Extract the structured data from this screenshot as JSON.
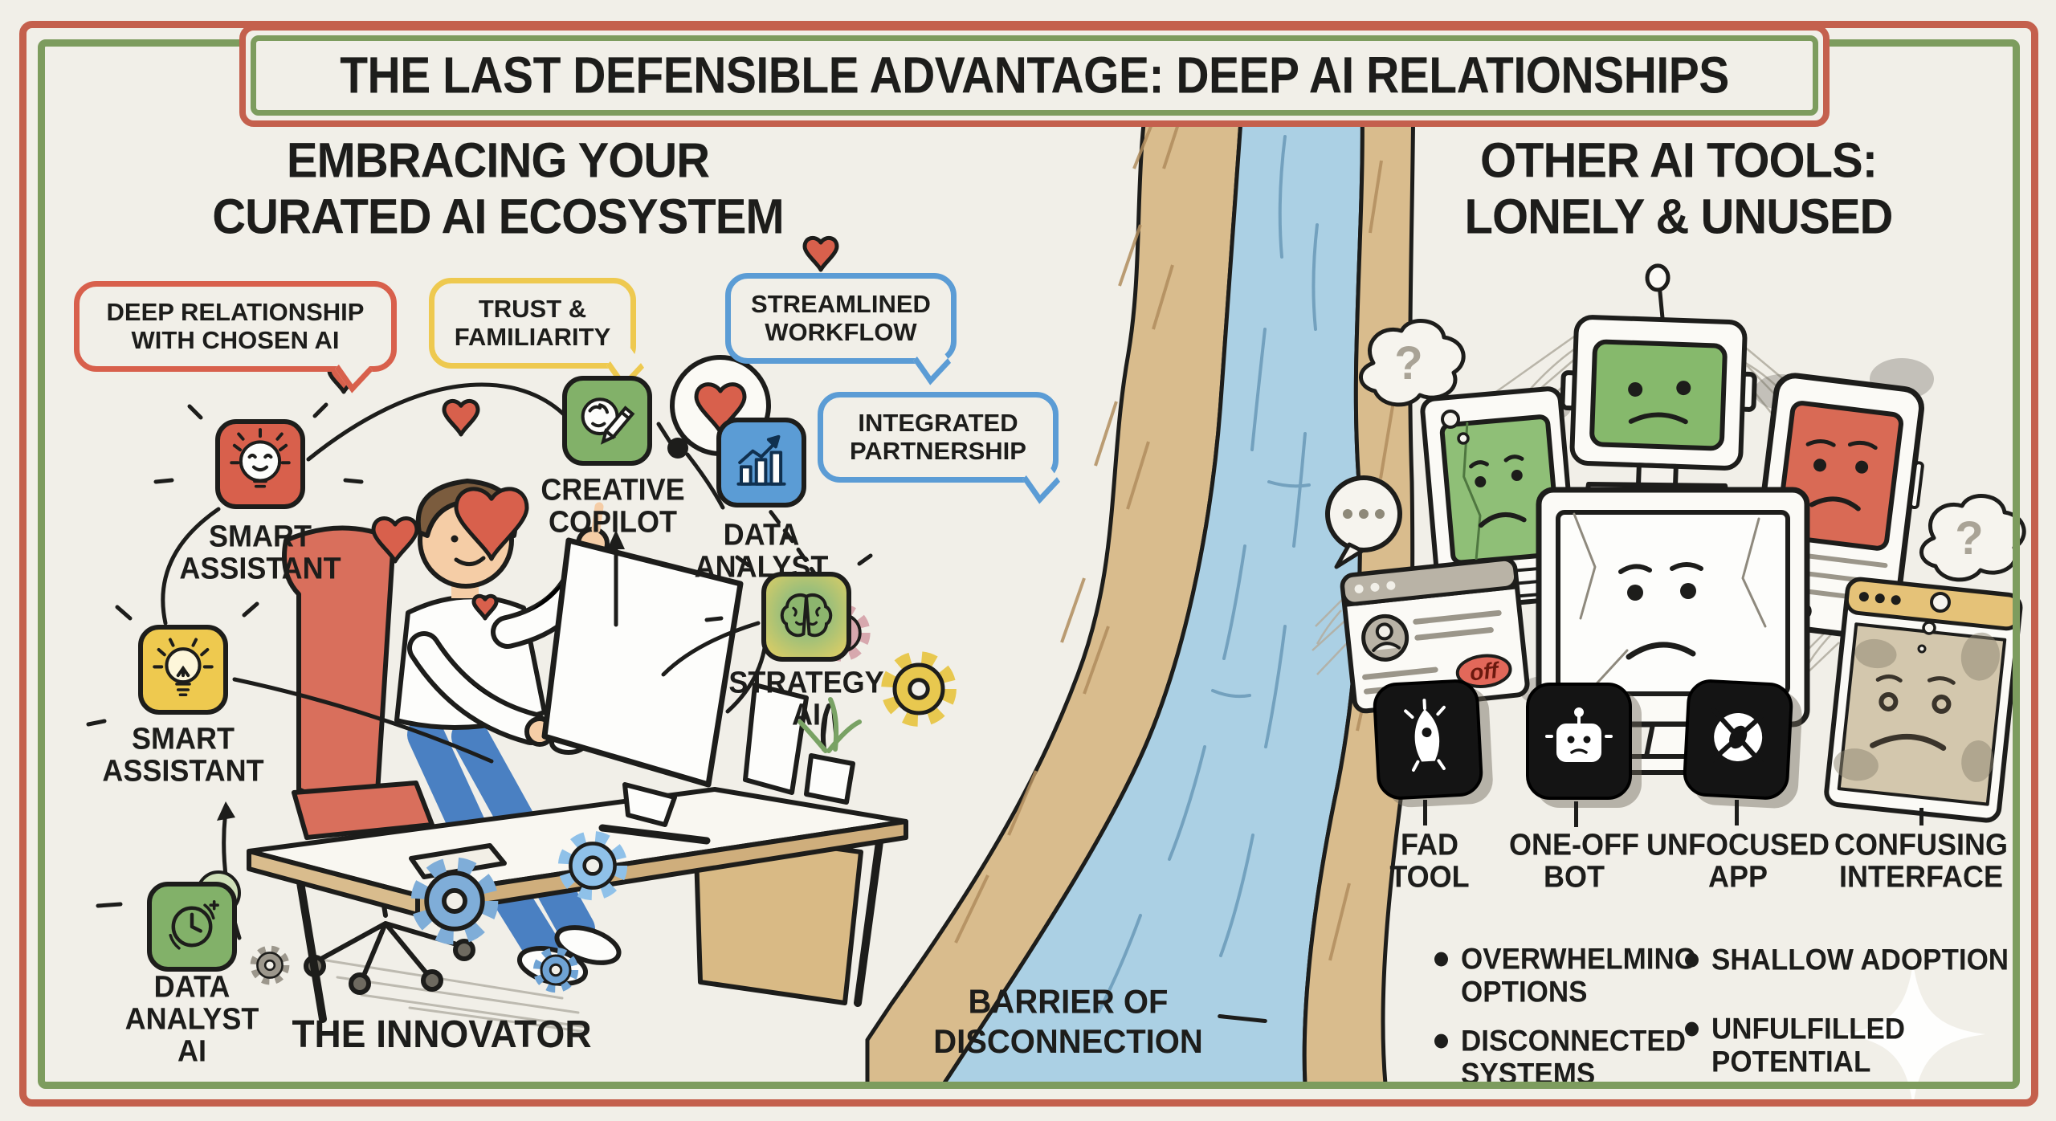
{
  "title": "THE LAST DEFENSIBLE ADVANTAGE: DEEP AI RELATIONSHIPS",
  "left": {
    "heading": "EMBRACING YOUR\nCURATED AI ECOSYSTEM",
    "bubbles": {
      "deep_relationship": "DEEP RELATIONSHIP WITH CHOSEN AI",
      "trust": "TRUST & FAMILIARITY",
      "streamlined": "STREAMLINED WORKFLOW",
      "integrated": "INTEGRATED PARTNERSHIP"
    },
    "tools": {
      "smart_assistant_top": "SMART ASSISTANT",
      "creative_copilot": "CREATIVE COPILOT",
      "data_analyst": "DATA ANALYST",
      "strategy_ai": "STRATEGY AI",
      "smart_assistant_bottom": "SMART ASSISTANT",
      "data_analyst_ai": "DATA ANALYST AI"
    },
    "caption": "THE INNOVATOR"
  },
  "divider": {
    "label": "BARRIER OF\nDISCONNECTION"
  },
  "right": {
    "heading": "OTHER AI TOOLS:\nLONELY & UNUSED",
    "scene": {
      "off_button": "off",
      "question_mark": "?"
    },
    "tools": [
      "FAD TOOL",
      "ONE-OFF BOT",
      "UNFOCUSED APP",
      "CONFUSING INTERFACE"
    ],
    "bullets_left": [
      "OVERWHELMING OPTIONS",
      "DISCONNECTED SYSTEMS"
    ],
    "bullets_right": [
      "SHALLOW ADOPTION",
      "UNFULFILLED POTENTIAL"
    ]
  },
  "colors": {
    "paper": "#f1efe8",
    "ink": "#1d1d1b",
    "frame-red": "#c4604d",
    "frame-green": "#7d9c5e",
    "accent-red": "#d8604c",
    "accent-yellow": "#eec94f",
    "accent-blue": "#5b9cd5",
    "accent-green": "#82b169",
    "river-blue": "#abd0e4",
    "river-stroke": "#6d9cba",
    "canyon-tan": "#d9bc8d",
    "canyon-shade": "#b08d5e",
    "app-black": "#141414"
  }
}
